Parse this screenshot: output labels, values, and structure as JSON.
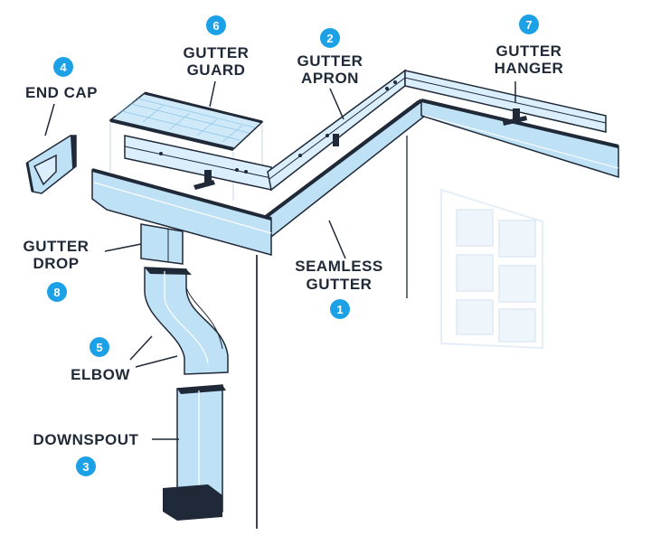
{
  "colors": {
    "outline": "#1f2937",
    "light_blue": "#dbeefb",
    "mid_blue": "#bfe1f6",
    "badge": "#1da1e6",
    "wall_line": "#3a4654",
    "window_line": "#e5eef6"
  },
  "parts": [
    {
      "number": "1",
      "lines": [
        "SEAMLESS",
        "GUTTER"
      ]
    },
    {
      "number": "2",
      "lines": [
        "GUTTER",
        "APRON"
      ]
    },
    {
      "number": "3",
      "lines": [
        "DOWNSPOUT"
      ]
    },
    {
      "number": "4",
      "lines": [
        "END CAP"
      ]
    },
    {
      "number": "5",
      "lines": [
        "ELBOW"
      ]
    },
    {
      "number": "6",
      "lines": [
        "GUTTER",
        "GUARD"
      ]
    },
    {
      "number": "7",
      "lines": [
        "GUTTER",
        "HANGER"
      ]
    },
    {
      "number": "8",
      "lines": [
        "GUTTER",
        "DROP"
      ]
    }
  ]
}
